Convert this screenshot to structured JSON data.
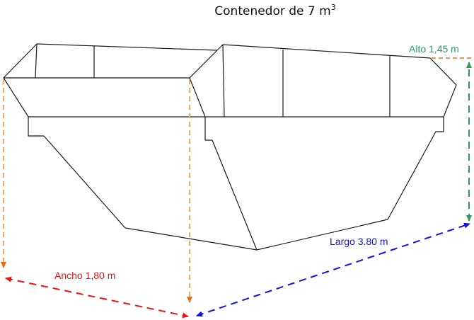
{
  "title": {
    "text": "Contenedor de 7 m",
    "superscript": "3"
  },
  "dimensions": {
    "alto": {
      "label": "Alto 1,45 m",
      "color": "#2e9a60"
    },
    "ancho": {
      "label": "Ancho 1,80 m",
      "color": "#ee1111"
    },
    "largo": {
      "label": "Largo 3.80 m",
      "color": "#1010ee"
    },
    "projection_color": "#f08a3c"
  },
  "colors": {
    "outline": "#1a1a1a",
    "background": "#ffffff"
  }
}
